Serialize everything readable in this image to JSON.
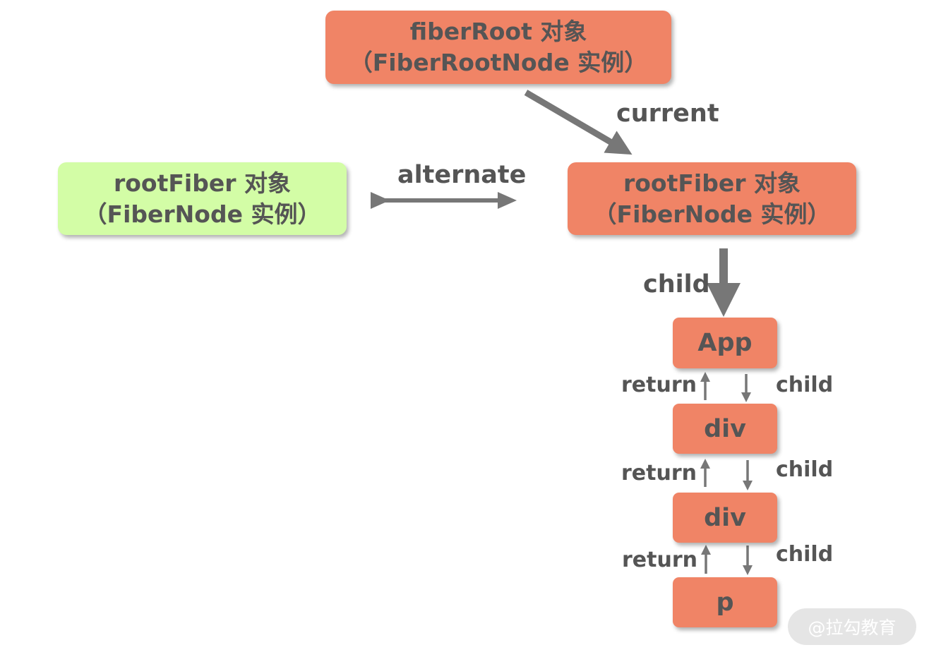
{
  "nodes": {
    "fiber_root": {
      "line1": "fiberRoot 对象",
      "line2": "（FiberRootNode 实例）"
    },
    "root_fiber_current": {
      "line1": "rootFiber 对象",
      "line2": "（FiberNode 实例）"
    },
    "root_fiber_alternate": {
      "line1": "rootFiber 对象",
      "line2": "（FiberNode 实例）"
    },
    "app": {
      "label": "App"
    },
    "div1": {
      "label": "div"
    },
    "div2": {
      "label": "div"
    },
    "p": {
      "label": "p"
    }
  },
  "edges": {
    "current": "current",
    "alternate": "alternate",
    "child_root": "child",
    "return_1": "return",
    "child_1": "child",
    "return_2": "return",
    "child_2": "child",
    "return_3": "return",
    "child_3": "child"
  },
  "colors": {
    "current_tree": "#f08466",
    "alternate_tree": "#d3fda6",
    "arrow": "#777777",
    "text": "#555555"
  },
  "watermark": "@拉勾教育"
}
